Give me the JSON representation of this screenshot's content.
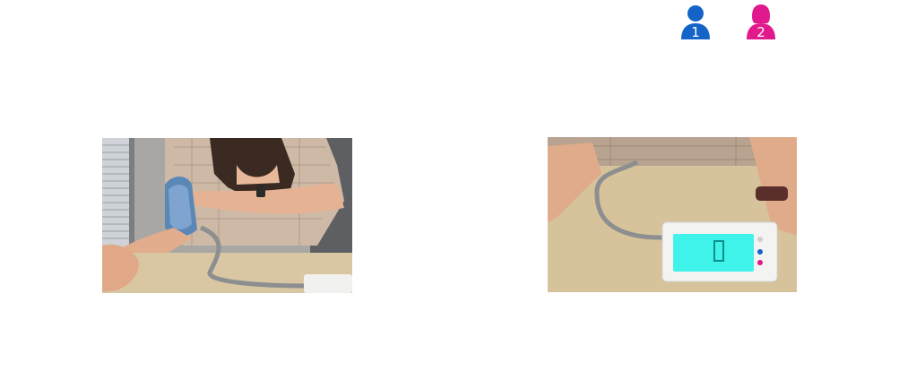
{
  "users": [
    {
      "number": "1",
      "color": "#1464c8",
      "icon": "user-icon"
    },
    {
      "number": "2",
      "color": "#e0198c",
      "icon": "user-icon"
    }
  ],
  "photos": [
    {
      "subject": "person-wrapping-blood-pressure-cuff-on-arm"
    },
    {
      "subject": "blood-pressure-monitor-with-lit-display"
    }
  ],
  "colors": {
    "background": "#ffffff",
    "table": "#d9c7a3",
    "display_glow": "#3ff2ea"
  }
}
